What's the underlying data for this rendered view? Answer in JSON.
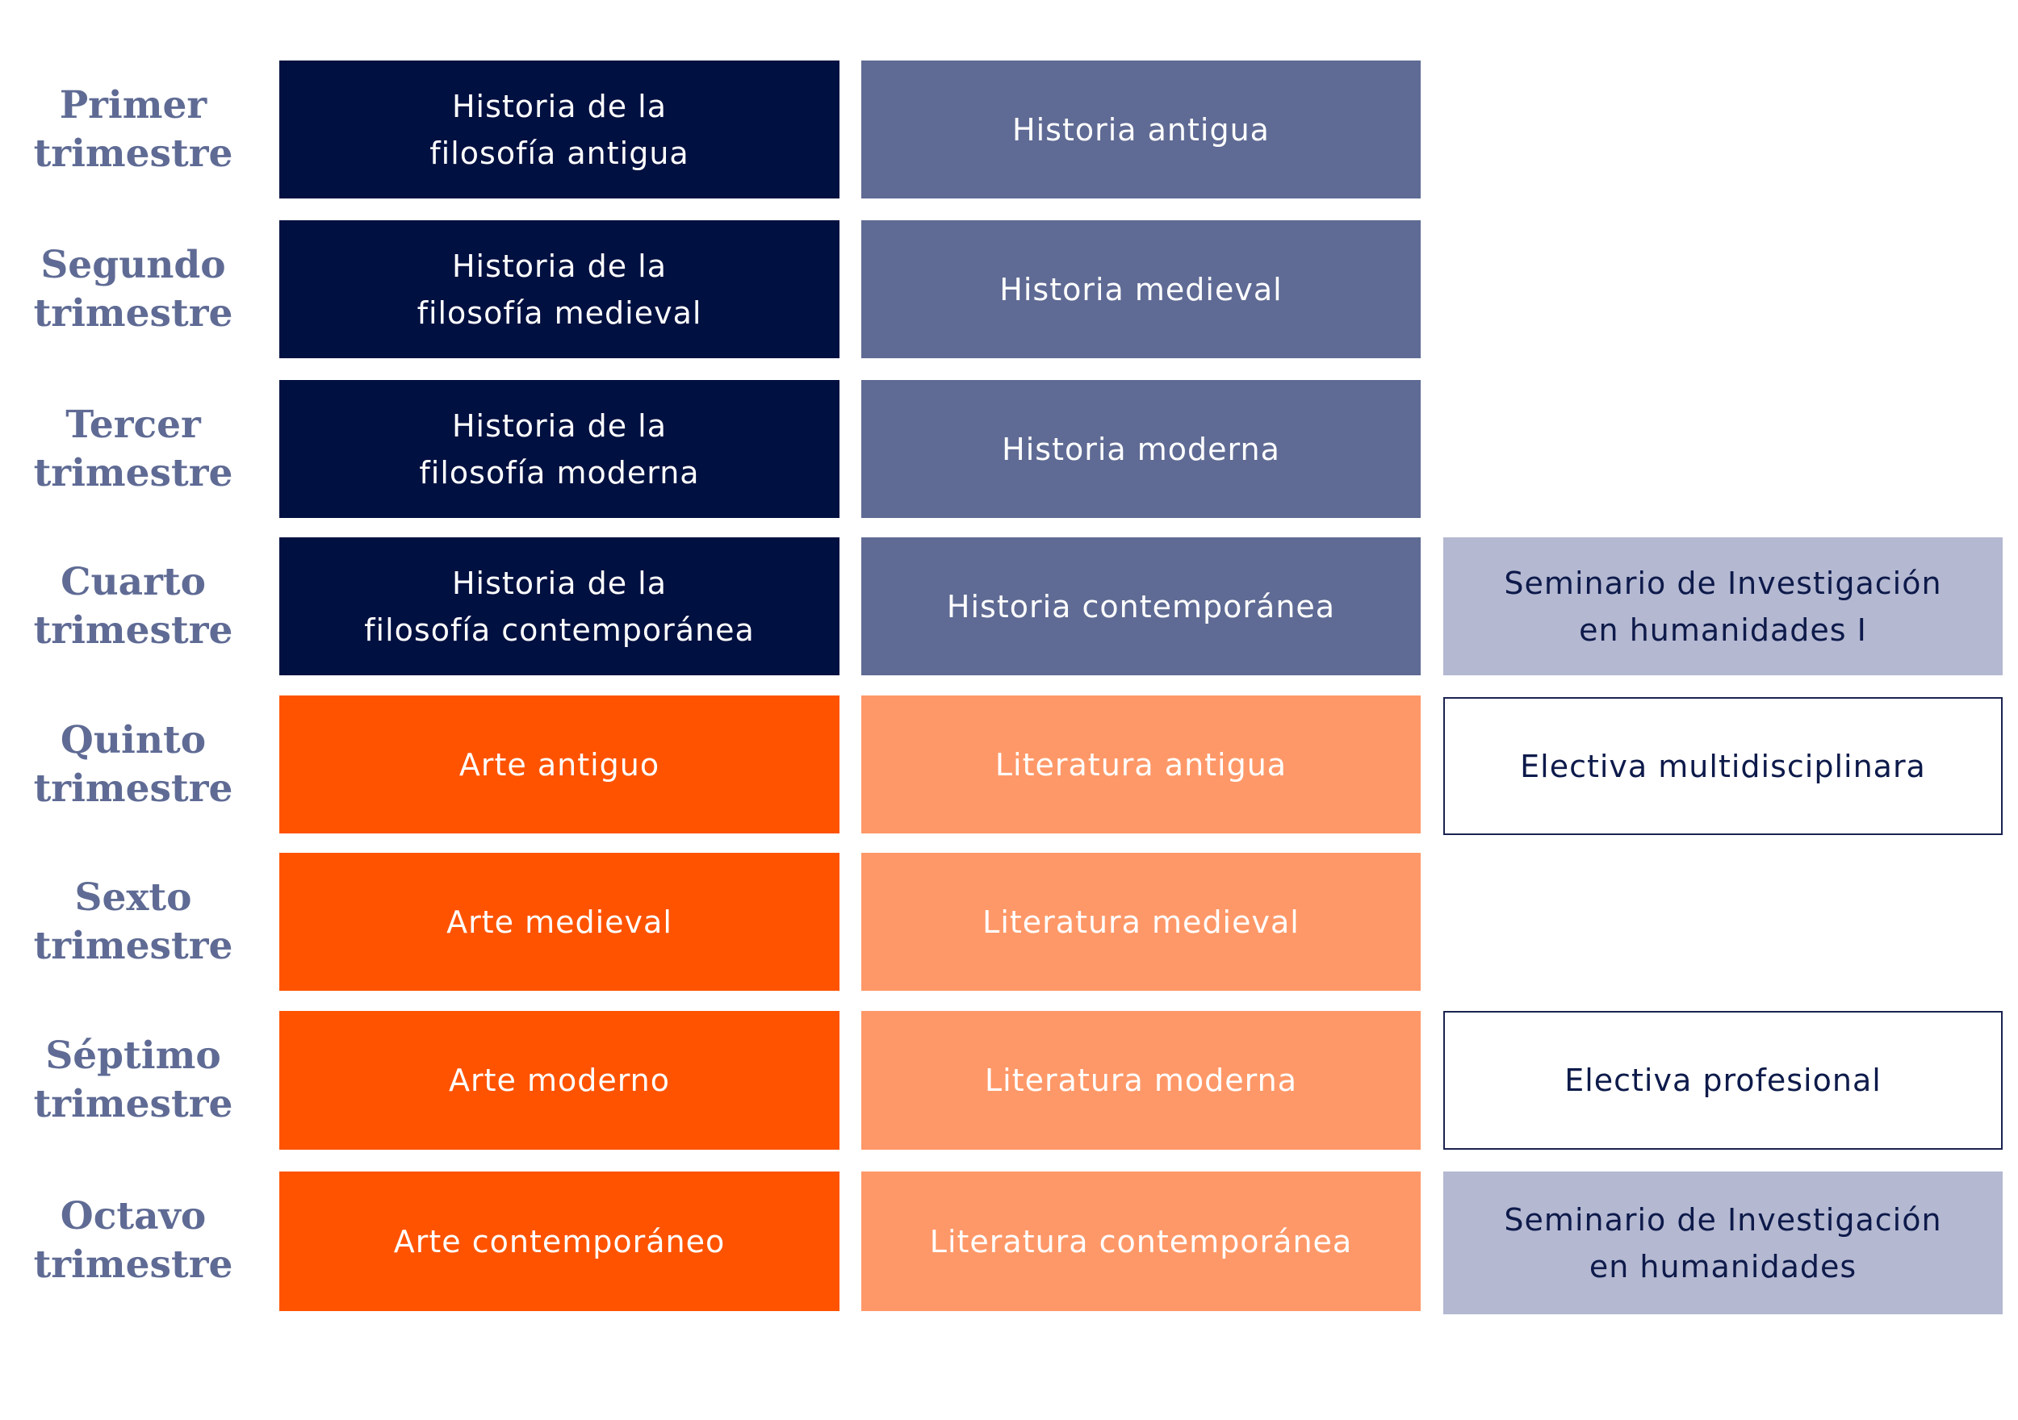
{
  "rows": [
    {
      "term": [
        "Primer",
        "trimestre"
      ],
      "col1": [
        "Historia de la",
        "filosofía antigua"
      ],
      "col2": [
        "Historia antigua"
      ],
      "col3": []
    },
    {
      "term": [
        "Segundo",
        "trimestre"
      ],
      "col1": [
        "Historia de la",
        "filosofía medieval"
      ],
      "col2": [
        "Historia medieval"
      ],
      "col3": []
    },
    {
      "term": [
        "Tercer",
        "trimestre"
      ],
      "col1": [
        "Historia de la",
        "filosofía moderna"
      ],
      "col2": [
        "Historia moderna"
      ],
      "col3": []
    },
    {
      "term": [
        "Cuarto",
        "trimestre"
      ],
      "col1": [
        "Historia de la",
        "filosofía contemporánea"
      ],
      "col2": [
        "Historia contemporánea"
      ],
      "col3": [
        "Seminario de Investigación",
        "en humanidades I"
      ]
    },
    {
      "term": [
        "Quinto",
        "trimestre"
      ],
      "col1": [
        "Arte antiguo"
      ],
      "col2": [
        "Literatura antigua"
      ],
      "col3": [
        "Electiva multidisciplinara"
      ]
    },
    {
      "term": [
        "Sexto",
        "trimestre"
      ],
      "col1": [
        "Arte medieval"
      ],
      "col2": [
        "Literatura medieval"
      ],
      "col3": []
    },
    {
      "term": [
        "Séptimo",
        "trimestre"
      ],
      "col1": [
        "Arte moderno"
      ],
      "col2": [
        "Literatura moderna"
      ],
      "col3": [
        "Electiva profesional"
      ]
    },
    {
      "term": [
        "Octavo",
        "trimestre"
      ],
      "col1": [
        "Arte contemporáneo"
      ],
      "col2": [
        "Literatura contemporánea"
      ],
      "col3": [
        "Seminario de Investigación",
        "en humanidades"
      ]
    }
  ],
  "colors": {
    "navy": "#001040",
    "slate": "#5f6b94",
    "pale": "#b4b8d1",
    "orange": "#ff5300",
    "peach": "#ff9868",
    "label": "#5f6b94"
  }
}
